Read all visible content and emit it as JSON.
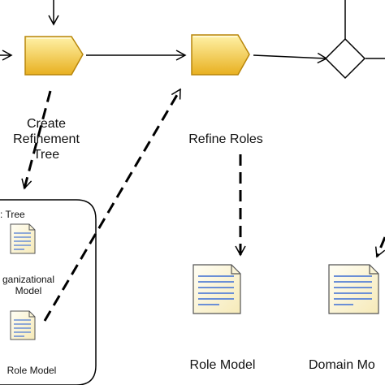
{
  "activities": [
    {
      "name": "create-refinement-tree",
      "label_lines": [
        "Create",
        "Refinement",
        "Tree"
      ]
    },
    {
      "name": "refine-roles",
      "label_lines": [
        "Refine Roles"
      ]
    }
  ],
  "container": {
    "items": [
      {
        "label": ": Tree"
      },
      {
        "label_lines": [
          "ganizational",
          "Model"
        ]
      },
      {
        "label": "Role Model"
      }
    ]
  },
  "artifacts": [
    {
      "label": "Role Model"
    },
    {
      "label": "Domain Mo"
    }
  ],
  "colors": {
    "activity_fill_top": "#fff2a8",
    "activity_fill_bottom": "#e8b020",
    "activity_stroke": "#b8860b",
    "document_fill": "#fffbe6",
    "document_lines": "#6b8fd6",
    "stroke": "#000000"
  }
}
